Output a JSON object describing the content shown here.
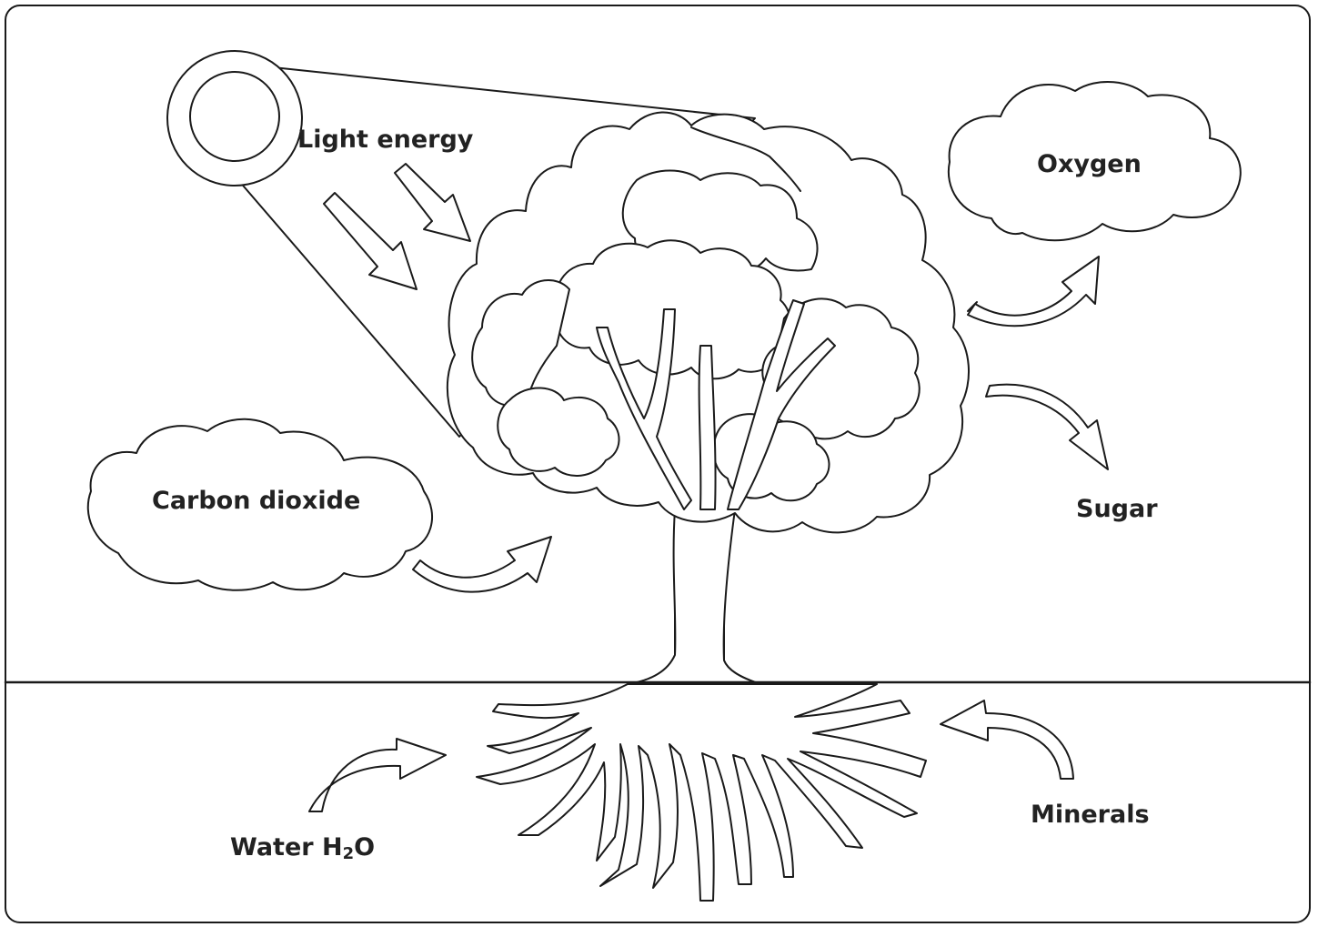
{
  "labels": {
    "light": "Light energy",
    "oxygen": "Oxygen",
    "carbon": "Carbon dioxide",
    "sugar": "Sugar",
    "water_main": "Water H",
    "water_sub": "2",
    "water_tail": "O",
    "minerals": "Minerals"
  },
  "colors": {
    "stroke": "#1a1a1a",
    "fill": "#ffffff",
    "text": "#222222"
  },
  "icons": [
    "sun-icon",
    "light-beam",
    "tree-icon",
    "cloud-icon",
    "arrow-icon",
    "roots-icon"
  ]
}
